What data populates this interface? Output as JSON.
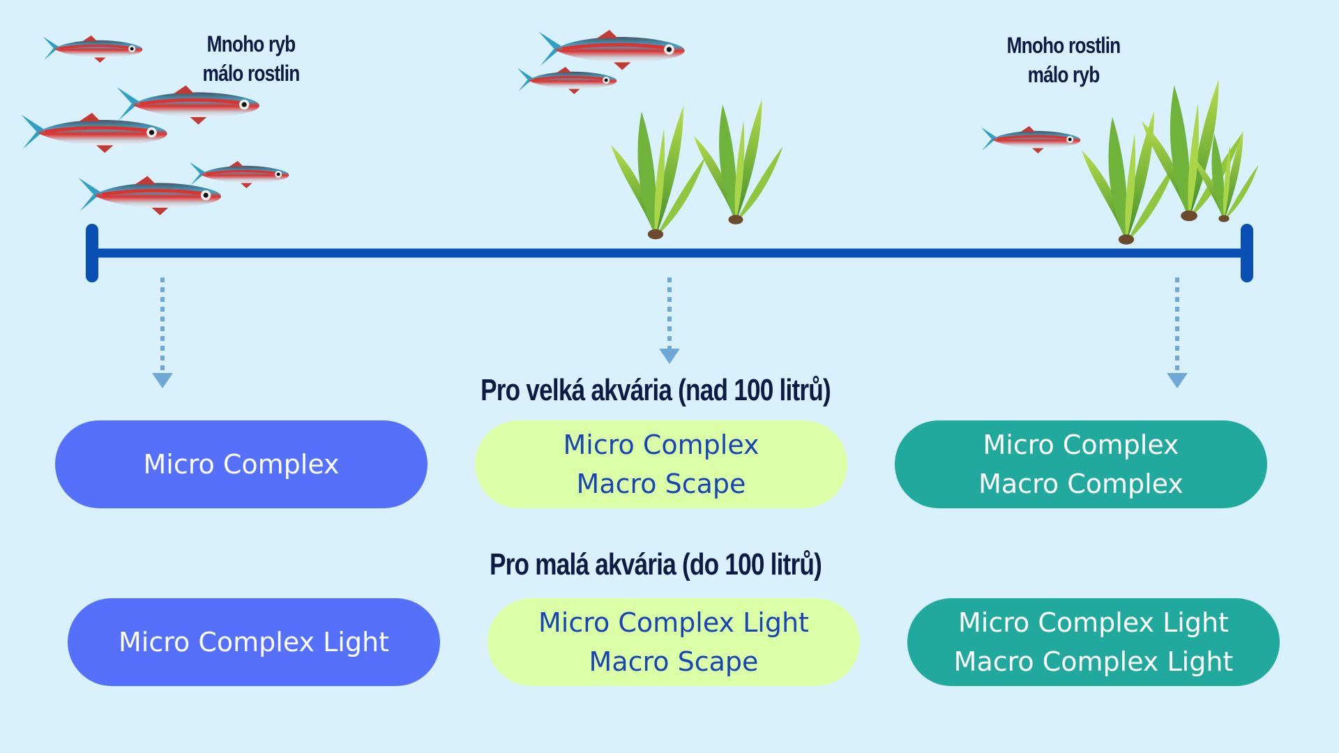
{
  "captions": {
    "left": [
      "Mnoho ryb",
      "málo rostlin"
    ],
    "right": [
      "Mnoho rostlin",
      "málo ryb"
    ]
  },
  "headings": {
    "large": "Pro velká akvária  (nad 100 litrů)",
    "small": "Pro malá akvária  (do 100 litrů)"
  },
  "large_row": [
    {
      "lines": [
        "Micro Complex"
      ],
      "color": "#5570fb"
    },
    {
      "lines": [
        "Micro Complex",
        "Macro Scape"
      ],
      "color": "#daffa6"
    },
    {
      "lines": [
        "Micro Complex",
        "Macro Complex"
      ],
      "color": "#21a99d"
    }
  ],
  "small_row": [
    {
      "lines": [
        "Micro Complex Light"
      ],
      "color": "#5570fb"
    },
    {
      "lines": [
        "Micro Complex Light",
        "Macro Scape"
      ],
      "color": "#daffa6"
    },
    {
      "lines": [
        "Micro Complex Light",
        "Macro Complex Light"
      ],
      "color": "#21a99d"
    }
  ],
  "colors": {
    "background": "#d9f0fd",
    "axis": "#0a4fb3",
    "arrow": "#6fa8d6",
    "heading": "#0c1b44"
  }
}
